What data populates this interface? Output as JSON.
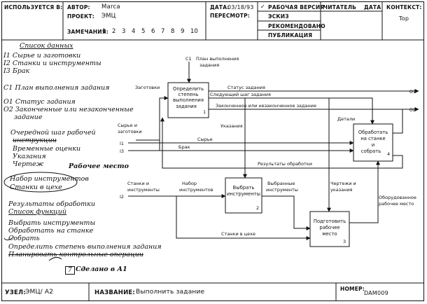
{
  "header": {
    "used_at": "ИСПОЛЬЗУЕТСЯ В:",
    "author_label": "АВТОР:",
    "author": "Marca",
    "project_label": "ПРОЕКТ:",
    "project": "ЭМЦ",
    "notes_label": "ЗАМЕЧАНИЯ:",
    "notes_numbers": [
      "1",
      "2",
      "3",
      "4",
      "5",
      "6",
      "7",
      "8",
      "9",
      "10"
    ],
    "date_label": "ДАТА:",
    "date": "03/18/93",
    "revision_label": "ПЕРЕСМОТР:",
    "status": [
      "РАБОЧАЯ ВЕРСИЯ",
      "ЭСКИЗ",
      "РЕКОМЕНДОВАНО",
      "ПУБЛИКАЦИЯ"
    ],
    "reader_label": "ЧИТАТЕЛЬ",
    "reader_date_label": "ДАТА",
    "context_label": "КОНТЕКСТ:",
    "context_value": "Top"
  },
  "footer": {
    "node_label": "УЗЕЛ:",
    "node_value": "ЭМЦ/ A2",
    "title_label": "НАЗВАНИЕ:",
    "title_value": "Выполнить задание",
    "number_label": "НОМЕР:",
    "number_value": "DAM009"
  },
  "notes": {
    "data_list_title": "Список данных",
    "inputs": [
      "I1 Сырье и заготовки",
      "I2 Станки и инструменты",
      "I3 Брак"
    ],
    "controls": [
      "C1 План выполнения задания"
    ],
    "outputs": [
      "O1 Статус задания",
      "O2 Законченные или незаконченные",
      "задание"
    ],
    "next_step": "Очередной шаг рабочей",
    "next_step_cont": "инструкции",
    "time_est": "Временные оценки",
    "instructions": "Указания",
    "drawing": "Чертеж",
    "workplace": "Рабочее место",
    "tools_set": "Набор инструментов",
    "machines_shop": "Станки в цехе",
    "results": "Результаты обработки",
    "functions_title": "Список функций",
    "functions": [
      "Выбрать инструменты",
      "Обработать на станке",
      "Собрать",
      "Определить степень выполнения задания",
      "Планировать контрольные операции"
    ],
    "done_num": "7",
    "done_text": "Сделано в А1"
  },
  "diagram": {
    "boxes": [
      {
        "text": [
          "Определить",
          "степень",
          "выполнения",
          "задания"
        ],
        "num": "1"
      },
      {
        "text": [
          "Обработать",
          "на станке",
          "и",
          "собрать"
        ],
        "num": "4"
      },
      {
        "text": [
          "Выбрать",
          "инструменты"
        ],
        "num": "2"
      },
      {
        "text": [
          "Подготовить",
          "рабочее",
          "место"
        ],
        "num": "3"
      }
    ],
    "labels": {
      "c1_tag": "C1",
      "c1_text": [
        "План выполнения",
        "задания"
      ],
      "zagotovki": "Заготовки",
      "status": "Статус задания",
      "next_step": "Следующий шаг задания",
      "finished": "Законченное или незаконченное задание",
      "o1": "O1",
      "o2": "O2",
      "instructions": "Указания",
      "details": "Детали",
      "raw_in": [
        "Сырье и",
        "заготовки"
      ],
      "i1": "I1",
      "i3": "I3",
      "raw": "Сырье",
      "scrap": "Брак",
      "results": "Результаты обработки",
      "machines_in": [
        "Станки и",
        "инструменты"
      ],
      "i2": "I2",
      "tool_set": [
        "Набор",
        "инструментов"
      ],
      "chosen_tools": [
        "Выбранные",
        "инструменты"
      ],
      "drawings": [
        "Чертежи и",
        "указания"
      ],
      "equipped": [
        "Оборудованное",
        "рабочее место"
      ],
      "shop_machines": "Станки в цехе"
    }
  }
}
